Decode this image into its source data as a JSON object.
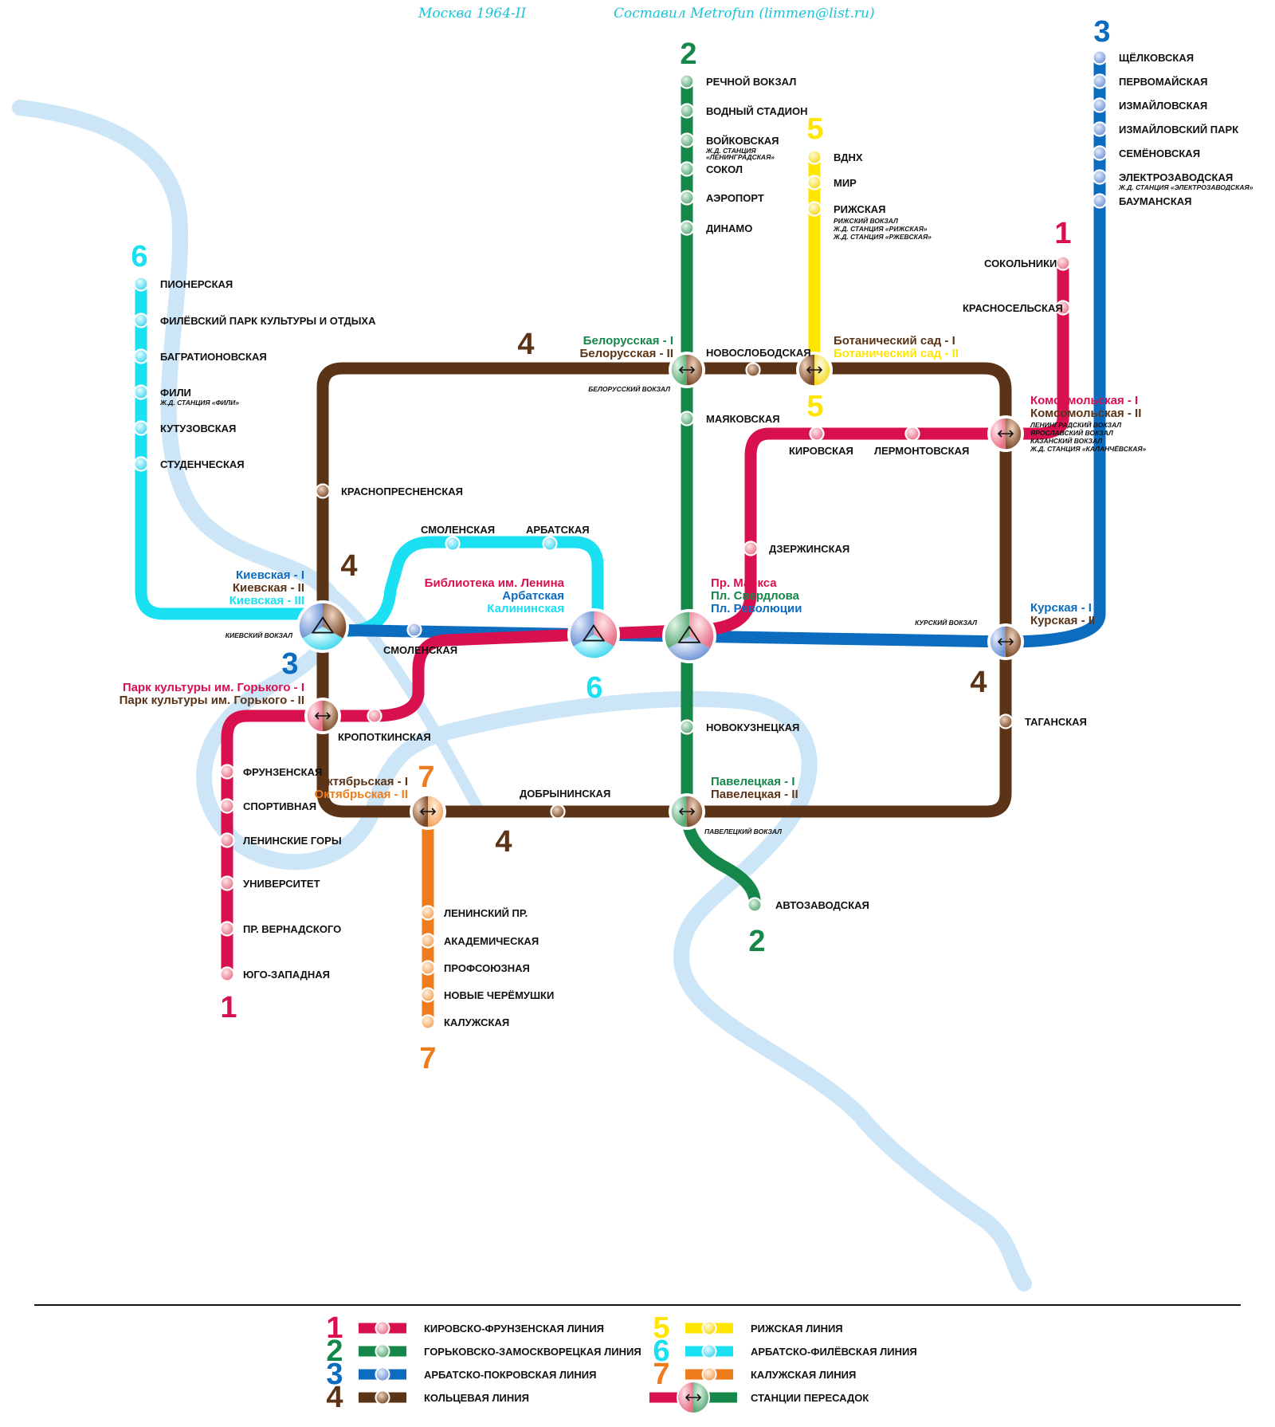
{
  "colors": {
    "line1": "#d8104e",
    "line2": "#16874a",
    "line3": "#0c6cc0",
    "line4": "#5b3417",
    "line5": "#ffe500",
    "line6": "#1ae0f2",
    "line7": "#ee7c1c",
    "river": "#cde6f7",
    "header": "#19c3d8"
  },
  "header": {
    "title": "Москва 1964-II",
    "author": "Составил Metrofun (limmen@list.ru)"
  },
  "line_numbers": [
    "1",
    "2",
    "3",
    "4",
    "5",
    "6",
    "7"
  ],
  "stations": {
    "line1": [
      "Сокольники",
      "Красносельская",
      "Кировская",
      "Лермонтовская",
      "Дзержинская",
      "Кропоткинская",
      "Фрунзенская",
      "Спортивная",
      "Ленинские горы",
      "Университет",
      "Пр. Вернадского",
      "Юго-Западная"
    ],
    "line2": [
      "Речной вокзал",
      "Водный стадион",
      "Войковская",
      "Сокол",
      "Аэропорт",
      "Динамо",
      "Новослободская",
      "Маяковская",
      "Новокузнецкая",
      "Автозаводская"
    ],
    "line3": [
      "Щёлковская",
      "Первомайская",
      "Измайловская",
      "Измайловский парк",
      "Семёновская",
      "Электрозаводская",
      "Бауманская",
      "Смоленская"
    ],
    "line4": [
      "Краснопресненская",
      "Таганская",
      "Добрынинская"
    ],
    "line5": [
      "ВДНХ",
      "Мир",
      "Рижская"
    ],
    "line6": [
      "Пионерская",
      "Филёвский парк культуры и отдыха",
      "Багратионовская",
      "Фили",
      "Кутузовская",
      "Студенческая",
      "Смоленская",
      "Арбатская"
    ],
    "line7": [
      "Ленинский пр.",
      "Академическая",
      "Профсоюзная",
      "Новые Черёмушки",
      "Калужская"
    ]
  },
  "sublabels": {
    "voykovskaya": [
      "Ж.Д. СТАНЦИЯ",
      "«ЛЕНИНГРАДСКАЯ»"
    ],
    "rizhskaya": [
      "РИЖСКИЙ ВОКЗАЛ",
      "Ж.Д. СТАНЦИЯ «РИЖСКАЯ»",
      "Ж.Д. СТАНЦИЯ «РЖЕВСКАЯ»"
    ],
    "fili": "Ж.Д. СТАНЦИЯ «ФИЛИ»",
    "elektrozavodskaya": "Ж.Д. СТАНЦИЯ «ЭЛЕКТРОЗАВОДСКАЯ»",
    "komsomolskaya": [
      "ЛЕНИНГРАДСКИЙ ВОКЗАЛ",
      "ЯРОСЛАВСКИЙ ВОКЗАЛ",
      "КАЗАНСКИЙ ВОКЗАЛ",
      "Ж.Д. СТАНЦИЯ «КАЛАНЧЁВСКАЯ»"
    ],
    "belorussky": "БЕЛОРУССКИЙ ВОКЗАЛ",
    "kievsky": "КИЕВСКИЙ ВОКЗАЛ",
    "kursky": "КУРСКИЙ ВОКЗАЛ",
    "paveletsky": "ПАВЕЛЕЦКИЙ ВОКЗАЛ"
  },
  "transfers": {
    "belorusskaya": [
      "Белорусская - I",
      "Белорусская - II"
    ],
    "botanichesky": [
      "Ботанический сад - I",
      "Ботанический сад - II"
    ],
    "komsomolskaya": [
      "Комсомольская - I",
      "Комсомольская - II"
    ],
    "kievskaya": [
      "Киевская - I",
      "Киевская - II",
      "Киевская - III"
    ],
    "biblioteka": [
      "Библиотека им. Ленина",
      "Арбатская",
      "Калининская"
    ],
    "marksa": [
      "Пр. Маркса",
      "Пл. Свердлова",
      "Пл. Революции"
    ],
    "kurskaya": [
      "Курская - I",
      "Курская - II"
    ],
    "park_kultury": [
      "Парк культуры им. Горького - I",
      "Парк культуры им. Горького - II"
    ],
    "oktyabrskaya": [
      "Октябрьская - I",
      "Октябрьская - II"
    ],
    "paveletskaya": [
      "Павелецкая - I",
      "Павелецкая - II"
    ]
  },
  "legend": [
    {
      "num": "1",
      "label": "Кировско-Фрунзенская линия"
    },
    {
      "num": "2",
      "label": "Горьковско-Замоскворецкая линия"
    },
    {
      "num": "3",
      "label": "Арбатско-Покровская линия"
    },
    {
      "num": "4",
      "label": "Кольцевая линия"
    },
    {
      "num": "5",
      "label": "Рижская линия"
    },
    {
      "num": "6",
      "label": "Арбатско-Филёвская линия"
    },
    {
      "num": "7",
      "label": "Калужская линия"
    },
    {
      "label": "Станции пересадок"
    }
  ]
}
